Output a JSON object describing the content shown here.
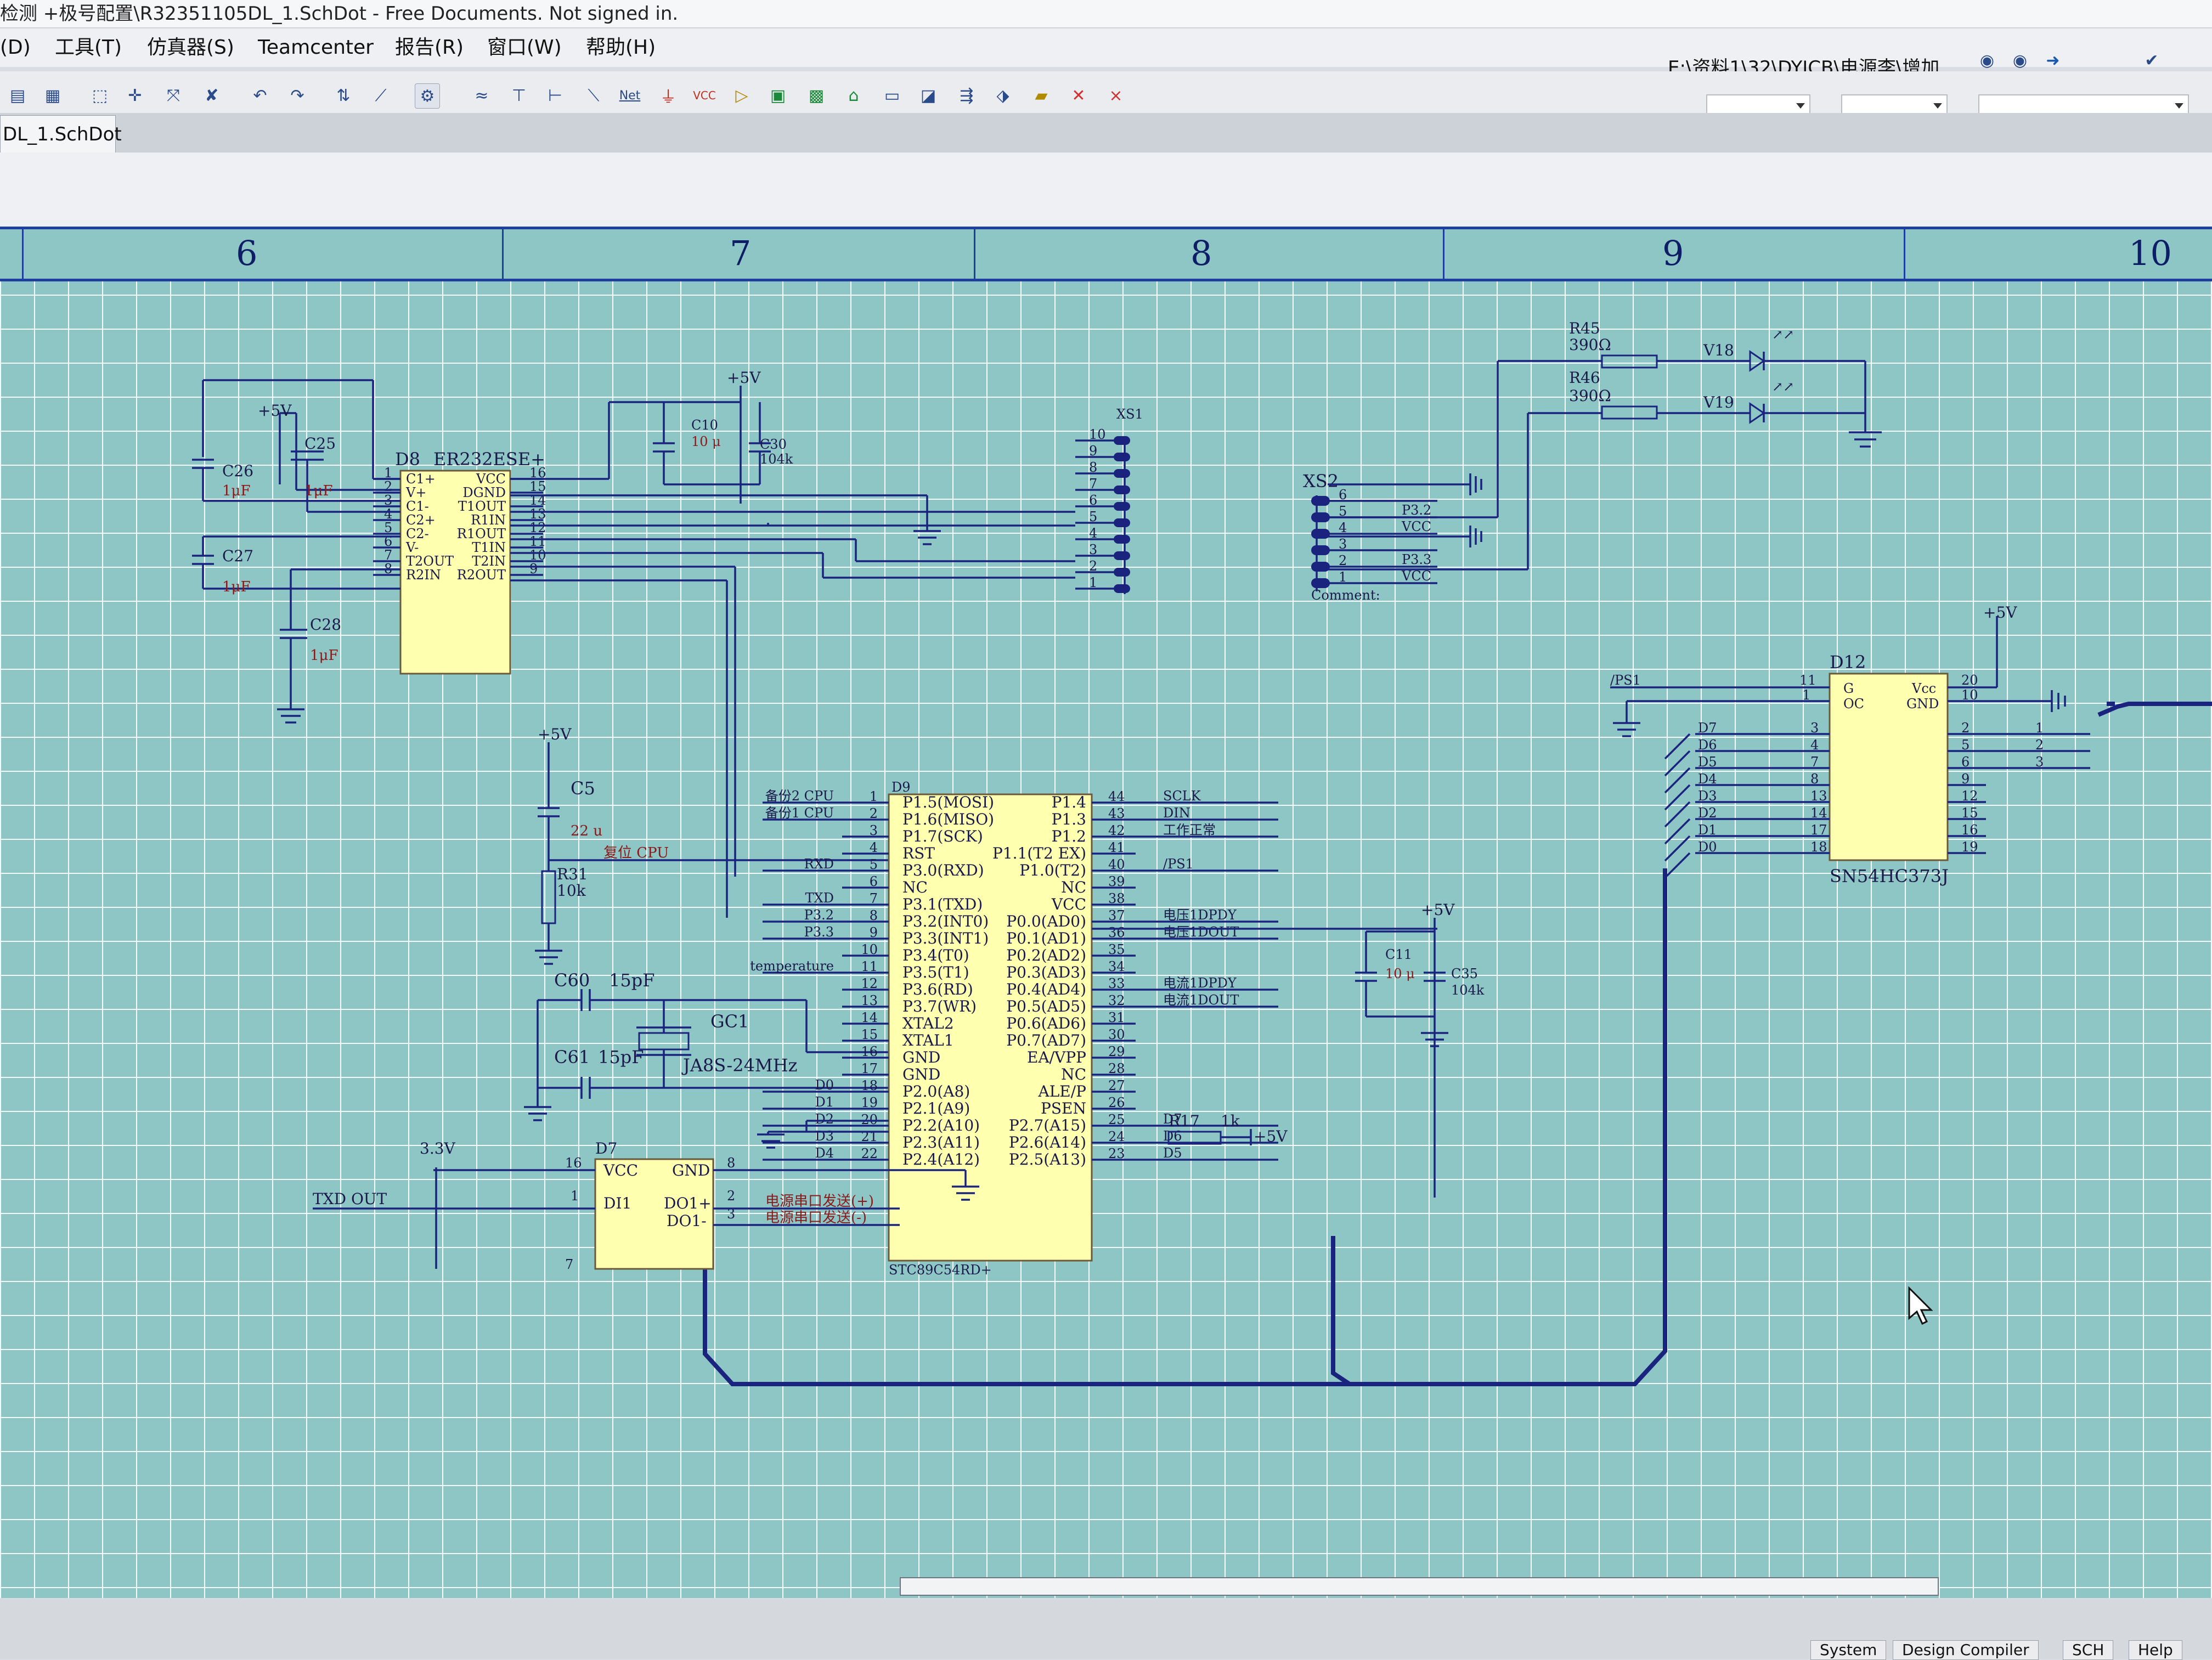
{
  "window": {
    "title": "检测 +极号配置\\R32351105DL_1.SchDot - Free Documents. Not signed in."
  },
  "menu": {
    "items": [
      "(D)",
      "工具(T)",
      "仿真器(S)",
      "Teamcenter",
      "报告(R)",
      "窗口(W)",
      "帮助(H)"
    ]
  },
  "toolbar": {
    "path": "E:\\资料1\\32\\DYJCB\\电源李\\增加",
    "net_label": "Net",
    "vcc_label": "VCC"
  },
  "tabs": {
    "document": "DL_1.SchDot"
  },
  "sheet": {
    "zones": [
      "6",
      "7",
      "8",
      "9",
      "10"
    ]
  },
  "statusbar": {
    "items": [
      "System",
      "Design Compiler",
      "SCH",
      "Help"
    ]
  },
  "schematic": {
    "u_rs232": {
      "ref": "D8",
      "part": "ER232ESE+",
      "left_pins": [
        {
          "num": "1",
          "name": "C1+"
        },
        {
          "num": "2",
          "name": "V+"
        },
        {
          "num": "3",
          "name": "C1-"
        },
        {
          "num": "4",
          "name": "C2+"
        },
        {
          "num": "5",
          "name": "C2-"
        },
        {
          "num": "6",
          "name": "V-"
        },
        {
          "num": "7",
          "name": "T2OUT"
        },
        {
          "num": "8",
          "name": "R2IN"
        }
      ],
      "right_pins": [
        {
          "num": "16",
          "name": "VCC"
        },
        {
          "num": "15",
          "name": "DGND"
        },
        {
          "num": "14",
          "name": "T1OUT"
        },
        {
          "num": "13",
          "name": "R1IN"
        },
        {
          "num": "12",
          "name": "R1OUT"
        },
        {
          "num": "11",
          "name": "T1IN"
        },
        {
          "num": "10",
          "name": "T2IN"
        },
        {
          "num": "9",
          "name": "R2OUT"
        }
      ]
    },
    "caps_rs232": [
      {
        "ref": "C26",
        "value": "1μF"
      },
      {
        "ref": "C25",
        "value": "1μF"
      },
      {
        "ref": "C27",
        "value": "1μF"
      },
      {
        "ref": "C28",
        "value": "1μF"
      }
    ],
    "cap_c10": {
      "ref": "C10",
      "value": "10 μ"
    },
    "cap_c30": {
      "ref": "C30",
      "value": "104k"
    },
    "power_5v": "+5V",
    "power_33v": "3.3V",
    "conn_xs1": {
      "ref": "XS1",
      "pins": [
        "10",
        "9",
        "8",
        "7",
        "6",
        "5",
        "4",
        "3",
        "2",
        "1"
      ]
    },
    "conn_xs2": {
      "ref": "XS2",
      "comment": "Comment:",
      "pins": [
        "6",
        "5",
        "4",
        "3",
        "2",
        "1"
      ],
      "nets": [
        "P3.2",
        "VCC",
        "P3.3",
        "VCC"
      ]
    },
    "leds": [
      {
        "r_ref": "R45",
        "r_val": "390Ω",
        "d_ref": "V18"
      },
      {
        "r_ref": "R46",
        "r_val": "390Ω",
        "d_ref": "V19"
      }
    ],
    "reset": {
      "c_ref": "C5",
      "c_val": "22 u",
      "r_ref": "R31",
      "r_val": "10k",
      "net": "复位 CPU"
    },
    "crystal": {
      "c1_ref": "C60",
      "c1_val": "15pF",
      "c2_ref": "C61",
      "c2_val": "15pF",
      "x_ref": "GC1",
      "x_val": "JA8S-24MHz"
    },
    "mcu": {
      "ref": "D9",
      "part": "STC89C54RD+",
      "left_pins": [
        {
          "num": "1",
          "name": "P1.5(MOSI)",
          "net": "备份2 CPU"
        },
        {
          "num": "2",
          "name": "P1.6(MISO)",
          "net": "备份1 CPU"
        },
        {
          "num": "3",
          "name": "P1.7(SCK)",
          "net": ""
        },
        {
          "num": "4",
          "name": "RST",
          "net": ""
        },
        {
          "num": "5",
          "name": "P3.0(RXD)",
          "net": "RXD"
        },
        {
          "num": "6",
          "name": "NC",
          "net": ""
        },
        {
          "num": "7",
          "name": "P3.1(TXD)",
          "net": "TXD"
        },
        {
          "num": "8",
          "name": "P3.2(INT0)",
          "net": "P3.2"
        },
        {
          "num": "9",
          "name": "P3.3(INT1)",
          "net": "P3.3"
        },
        {
          "num": "10",
          "name": "P3.4(T0)",
          "net": ""
        },
        {
          "num": "11",
          "name": "P3.5(T1)",
          "net": "temperature"
        },
        {
          "num": "12",
          "name": "P3.6(RD)",
          "net": ""
        },
        {
          "num": "13",
          "name": "P3.7(WR)",
          "net": ""
        },
        {
          "num": "14",
          "name": "XTAL2",
          "net": ""
        },
        {
          "num": "15",
          "name": "XTAL1",
          "net": ""
        },
        {
          "num": "16",
          "name": "GND",
          "net": ""
        },
        {
          "num": "17",
          "name": "GND",
          "net": ""
        },
        {
          "num": "18",
          "name": "P2.0(A8)",
          "net": "D0"
        },
        {
          "num": "19",
          "name": "P2.1(A9)",
          "net": "D1"
        },
        {
          "num": "20",
          "name": "P2.2(A10)",
          "net": "D2"
        },
        {
          "num": "21",
          "name": "P2.3(A11)",
          "net": "D3"
        },
        {
          "num": "22",
          "name": "P2.4(A12)",
          "net": "D4"
        }
      ],
      "right_pins": [
        {
          "num": "44",
          "name": "P1.4",
          "net": "SCLK"
        },
        {
          "num": "43",
          "name": "P1.3",
          "net": "DIN"
        },
        {
          "num": "42",
          "name": "P1.2",
          "net": "工作正常"
        },
        {
          "num": "41",
          "name": "P1.1(T2 EX)",
          "net": ""
        },
        {
          "num": "40",
          "name": "P1.0(T2)",
          "net": "/PS1"
        },
        {
          "num": "39",
          "name": "NC",
          "net": ""
        },
        {
          "num": "38",
          "name": "VCC",
          "net": ""
        },
        {
          "num": "37",
          "name": "P0.0(AD0)",
          "net": "电压1DPDY"
        },
        {
          "num": "36",
          "name": "P0.1(AD1)",
          "net": "电压1DOUT"
        },
        {
          "num": "35",
          "name": "P0.2(AD2)",
          "net": ""
        },
        {
          "num": "34",
          "name": "P0.3(AD3)",
          "net": ""
        },
        {
          "num": "33",
          "name": "P0.4(AD4)",
          "net": "电流1DPDY"
        },
        {
          "num": "32",
          "name": "P0.5(AD5)",
          "net": "电流1DOUT"
        },
        {
          "num": "31",
          "name": "P0.6(AD6)",
          "net": ""
        },
        {
          "num": "30",
          "name": "P0.7(AD7)",
          "net": ""
        },
        {
          "num": "29",
          "name": "EA/VPP",
          "net": ""
        },
        {
          "num": "28",
          "name": "NC",
          "net": ""
        },
        {
          "num": "27",
          "name": "ALE/P",
          "net": ""
        },
        {
          "num": "26",
          "name": "PSEN",
          "net": ""
        },
        {
          "num": "25",
          "name": "P2.7(A15)",
          "net": "D7"
        },
        {
          "num": "24",
          "name": "P2.6(A14)",
          "net": "D6"
        },
        {
          "num": "23",
          "name": "P2.5(A13)",
          "net": "D5"
        }
      ]
    },
    "r17": {
      "ref": "R17",
      "value": "1k",
      "net": "+5V"
    },
    "cap_c11": {
      "ref": "C11",
      "value": "10 μ"
    },
    "cap_c35": {
      "ref": "C35",
      "value": "104k"
    },
    "latch": {
      "ref": "D12",
      "part": "SN54HC373J",
      "ps_net": "/PS1",
      "top_left": {
        "num": "11",
        "name": "G"
      },
      "top_left2": {
        "num": "1",
        "name": "OC"
      },
      "top_right": {
        "num": "20",
        "name": "Vcc"
      },
      "top_right2": {
        "num": "10",
        "name": "GND"
      },
      "in_nets": [
        "D7",
        "D6",
        "D5",
        "D4",
        "D3",
        "D2",
        "D1",
        "D0"
      ],
      "in_pins": [
        "3",
        "4",
        "7",
        "8",
        "13",
        "14",
        "17",
        "18"
      ],
      "out_pins": [
        "2",
        "5",
        "6",
        "9",
        "12",
        "15",
        "16",
        "19"
      ],
      "bus_pins": [
        "1",
        "2",
        "3"
      ]
    },
    "u_d7": {
      "ref": "D7",
      "net_in": "TXD OUT",
      "left_pins": [
        {
          "num": "16",
          "name": "VCC"
        },
        {
          "num": "1",
          "name": "DI1"
        }
      ],
      "right_pins": [
        {
          "num": "8",
          "name": "GND"
        },
        {
          "num": "2",
          "name": "DO1+"
        },
        {
          "num": "3",
          "name": "DO1-"
        }
      ],
      "nets_out": [
        "电源串口发送(+)",
        "电源串口发送(-)"
      ],
      "pin7": "7"
    }
  }
}
